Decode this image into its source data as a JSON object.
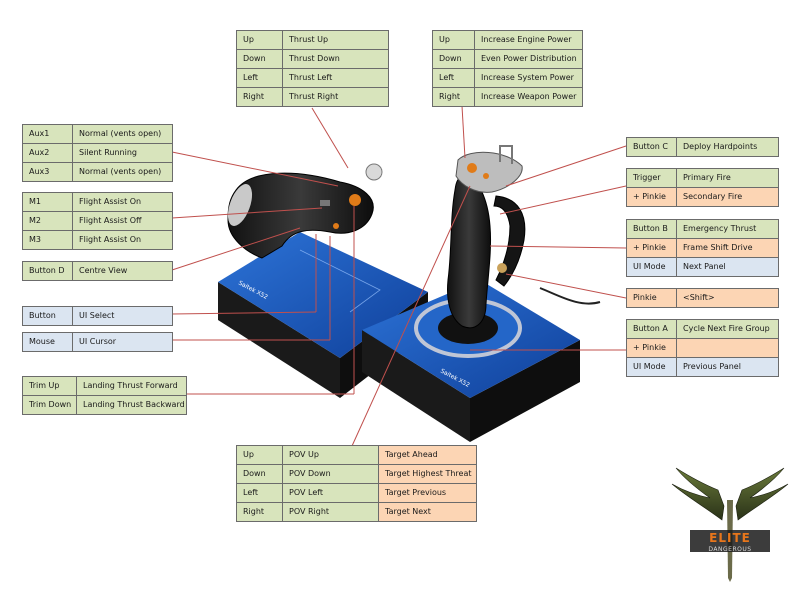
{
  "throttle_thrust": [
    [
      "Up",
      "Thrust Up"
    ],
    [
      "Down",
      "Thrust Down"
    ],
    [
      "Left",
      "Thrust Left"
    ],
    [
      "Right",
      "Thrust Right"
    ]
  ],
  "stick_power": [
    [
      "Up",
      "Increase Engine Power"
    ],
    [
      "Down",
      "Even Power Distribution"
    ],
    [
      "Left",
      "Increase System Power"
    ],
    [
      "Right",
      "Increase Weapon Power"
    ]
  ],
  "aux": [
    [
      "Aux1",
      "Normal (vents open)"
    ],
    [
      "Aux2",
      "Silent Running"
    ],
    [
      "Aux3",
      "Normal (vents open)"
    ]
  ],
  "modes": [
    [
      "M1",
      "Flight Assist On"
    ],
    [
      "M2",
      "Flight Assist Off"
    ],
    [
      "M3",
      "Flight Assist On"
    ]
  ],
  "button_d": [
    "Button D",
    "Centre View"
  ],
  "ui_button": [
    "Button",
    "UI Select"
  ],
  "ui_mouse": [
    "Mouse",
    "UI Cursor"
  ],
  "trim": [
    [
      "Trim Up",
      "Landing Thrust Forward"
    ],
    [
      "Trim Down",
      "Landing Thrust Backward"
    ]
  ],
  "button_c": [
    "Button C",
    "Deploy Hardpoints"
  ],
  "trigger": [
    [
      "Trigger",
      "Primary Fire"
    ],
    [
      "+ Pinkie",
      "Secondary Fire"
    ]
  ],
  "button_b": [
    [
      "Button B",
      "Emergency Thrust"
    ],
    [
      "+ Pinkie",
      "Frame Shift Drive"
    ],
    [
      "UI Mode",
      "Next Panel"
    ]
  ],
  "pinkie": [
    "Pinkie",
    "<Shift>"
  ],
  "button_a": [
    [
      "Button A",
      "Cycle Next Fire Group"
    ],
    [
      "+ Pinkie",
      ""
    ],
    [
      "UI Mode",
      "Previous Panel"
    ]
  ],
  "pov": [
    [
      "Up",
      "POV Up",
      "Target Ahead"
    ],
    [
      "Down",
      "POV Down",
      "Target Highest Threat"
    ],
    [
      "Left",
      "POV Left",
      "Target Previous"
    ],
    [
      "Right",
      "POV Right",
      "Target Next"
    ]
  ],
  "brand": {
    "device_label": "Saitek X52",
    "logo_line1": "ELITE",
    "logo_line2": "DANGEROUS"
  },
  "colors": {
    "green_cell": "#d8e4bc",
    "orange_cell": "#fcd5b4",
    "blue_cell": "#dbe5f1",
    "leader_line": "#c0504d",
    "device_base": "#1f5fc4"
  }
}
